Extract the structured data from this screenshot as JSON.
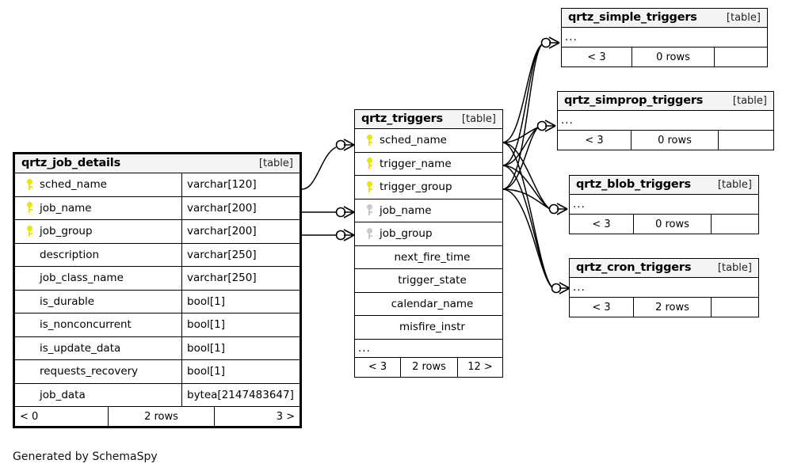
{
  "diagram": {
    "credit": "Generated by SchemaSpy",
    "kind_label": "[table]"
  },
  "tables": {
    "job_details": {
      "name": "qrtz_job_details",
      "kind": "[table]",
      "columns": [
        {
          "key": "pk",
          "name": "sched_name",
          "type": "varchar[120]"
        },
        {
          "key": "pk",
          "name": "job_name",
          "type": "varchar[200]"
        },
        {
          "key": "pk",
          "name": "job_group",
          "type": "varchar[200]"
        },
        {
          "key": "",
          "name": "description",
          "type": "varchar[250]"
        },
        {
          "key": "",
          "name": "job_class_name",
          "type": "varchar[250]"
        },
        {
          "key": "",
          "name": "is_durable",
          "type": "bool[1]"
        },
        {
          "key": "",
          "name": "is_nonconcurrent",
          "type": "bool[1]"
        },
        {
          "key": "",
          "name": "is_update_data",
          "type": "bool[1]"
        },
        {
          "key": "",
          "name": "requests_recovery",
          "type": "bool[1]"
        },
        {
          "key": "",
          "name": "job_data",
          "type": "bytea[2147483647]"
        }
      ],
      "footer": {
        "left": "< 0",
        "center": "2 rows",
        "right": "3 >"
      }
    },
    "triggers": {
      "name": "qrtz_triggers",
      "kind": "[table]",
      "columns": [
        {
          "key": "pk",
          "name": "sched_name",
          "type": ""
        },
        {
          "key": "pk",
          "name": "trigger_name",
          "type": ""
        },
        {
          "key": "pk",
          "name": "trigger_group",
          "type": ""
        },
        {
          "key": "fk",
          "name": "job_name",
          "type": ""
        },
        {
          "key": "fk",
          "name": "job_group",
          "type": ""
        },
        {
          "key": "",
          "name": "next_fire_time",
          "type": ""
        },
        {
          "key": "",
          "name": "trigger_state",
          "type": ""
        },
        {
          "key": "",
          "name": "calendar_name",
          "type": ""
        },
        {
          "key": "",
          "name": "misfire_instr",
          "type": ""
        }
      ],
      "more": "...",
      "footer": {
        "left": "< 3",
        "center": "2 rows",
        "right": "12 >"
      }
    },
    "simple_triggers": {
      "name": "qrtz_simple_triggers",
      "kind": "[table]",
      "more": "...",
      "footer": {
        "left": "< 3",
        "center": "0 rows",
        "right": ""
      }
    },
    "simprop_triggers": {
      "name": "qrtz_simprop_triggers",
      "kind": "[table]",
      "more": "...",
      "footer": {
        "left": "< 3",
        "center": "0 rows",
        "right": ""
      }
    },
    "blob_triggers": {
      "name": "qrtz_blob_triggers",
      "kind": "[table]",
      "more": "...",
      "footer": {
        "left": "< 3",
        "center": "0 rows",
        "right": ""
      }
    },
    "cron_triggers": {
      "name": "qrtz_cron_triggers",
      "kind": "[table]",
      "more": "...",
      "footer": {
        "left": "< 3",
        "center": "2 rows",
        "right": ""
      }
    }
  },
  "colors": {
    "primary_key": "#e8e800",
    "foreign_key": "#c8c8c8",
    "header_bg": "#f4f4f4",
    "line": "#000000",
    "background": "#ffffff"
  }
}
